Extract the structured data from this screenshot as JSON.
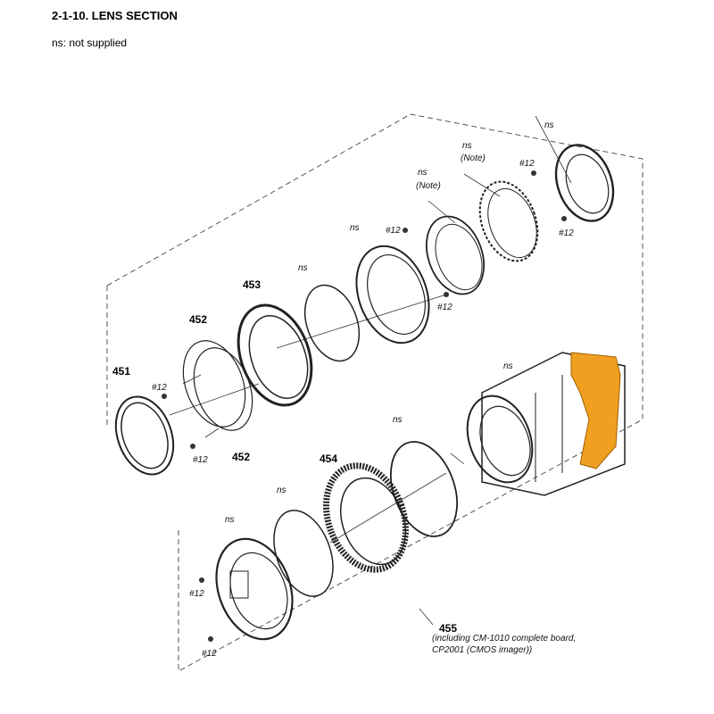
{
  "header": {
    "title": "2-1-10.  LENS SECTION",
    "legend": "ns: not supplied"
  },
  "labels": {
    "ns": "ns",
    "note": "(Note)",
    "screw": "#12",
    "p451": "451",
    "p452": "452",
    "p453": "453",
    "p454": "454",
    "p455": "455",
    "p455_desc_line1": "(including CM-1010 complete board,",
    "p455_desc_line2": "CP2001 (CMOS imager))"
  },
  "colors": {
    "flex_cable": "#f0a020",
    "line": "#222222"
  }
}
